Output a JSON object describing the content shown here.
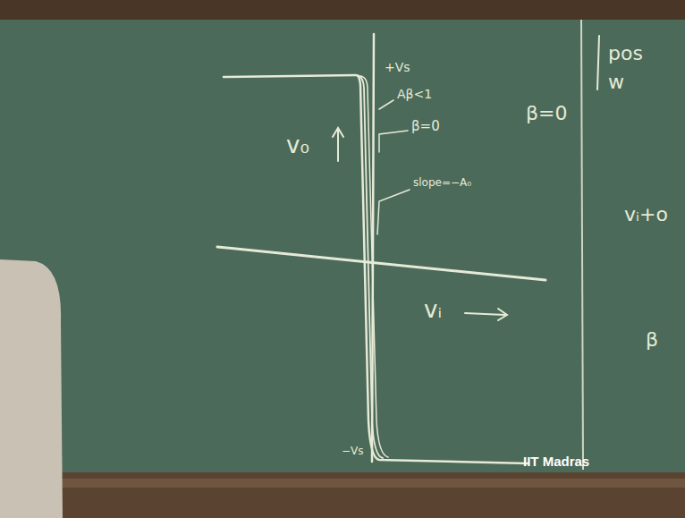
{
  "diagram": {
    "labels": [
      "+Vs",
      "Aβ<1",
      "β=0",
      "slope=−A₀",
      "v₀",
      "vᵢ",
      "−Vs",
      "β=0",
      "pos",
      "w",
      "vᵢ+o",
      "β",
      "IIT Madras"
    ]
  }
}
